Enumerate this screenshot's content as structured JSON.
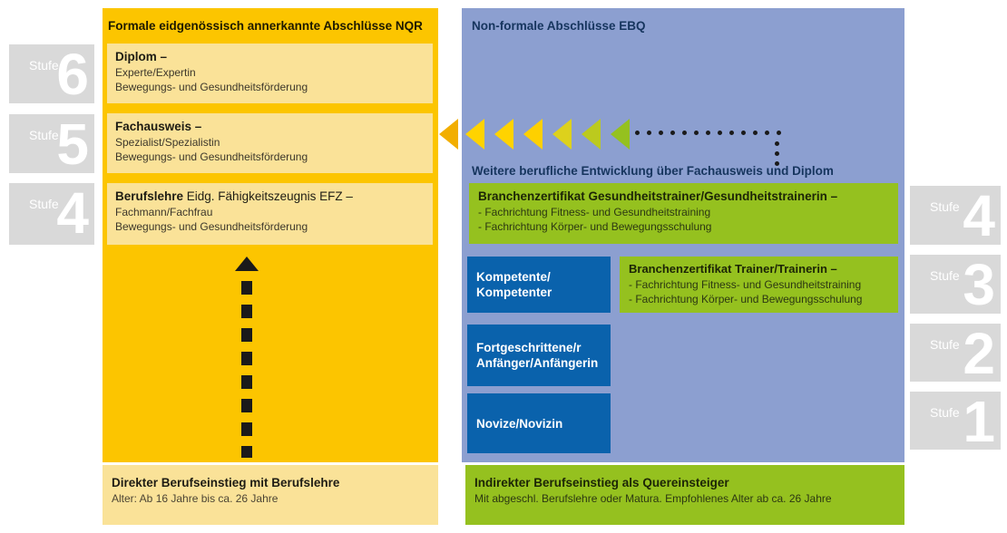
{
  "colors": {
    "formal_panel": "#fcc500",
    "formal_box": "#fae298",
    "nonformal_panel": "#8c9fd0",
    "stage_box": "#0a62ac",
    "cert_box": "#95c11f",
    "level_box": "#d9d9d9",
    "dot": "#1a1a1a",
    "arrow_black": "#1a1a1a",
    "navy_text": "#16355e"
  },
  "levels_left": [
    {
      "label": "Stufe",
      "number": "6"
    },
    {
      "label": "Stufe",
      "number": "5"
    },
    {
      "label": "Stufe",
      "number": "4"
    }
  ],
  "levels_right": [
    {
      "label": "Stufe",
      "number": "4"
    },
    {
      "label": "Stufe",
      "number": "3"
    },
    {
      "label": "Stufe",
      "number": "2"
    },
    {
      "label": "Stufe",
      "number": "1"
    }
  ],
  "formal": {
    "header": "Formale eidgenössisch annerkannte Abschlüsse NQR",
    "boxes": [
      {
        "title_bold": "Diplom –",
        "title_rest": "",
        "lines": [
          "Experte/Expertin",
          "Bewegungs- und Gesundheitsförderung"
        ]
      },
      {
        "title_bold": "Fachausweis –",
        "title_rest": "",
        "lines": [
          "Spezialist/Spezialistin",
          "Bewegungs- und Gesundheitsförderung"
        ]
      },
      {
        "title_bold": "Berufslehre",
        "title_rest": " Eidg. Fähigkeitszeugnis EFZ –",
        "lines": [
          "Fachmann/Fachfrau",
          "Bewegungs- und Gesundheitsförderung"
        ]
      }
    ],
    "entry": {
      "title": "Direkter Berufseinstieg mit Berufslehre",
      "subtitle": "Alter: Ab 16 Jahre bis ca. 26 Jahre"
    }
  },
  "nonformal": {
    "header": "Non-formale Abschlüsse EBQ",
    "note": "Weitere berufliche Entwicklung über Fachausweis und Diplom",
    "certs": [
      {
        "title": "Branchenzertifikat Gesundheitstrainer/Gesundheitstrainerin –",
        "lines": [
          "- Fachrichtung Fitness- und Gesundheitstraining",
          "- Fachrichtung Körper- und Bewegungsschulung"
        ]
      },
      {
        "title": "Branchenzertifikat Trainer/Trainerin –",
        "lines": [
          "- Fachrichtung Fitness- und Gesundheitstraining",
          "- Fachrichtung Körper- und Bewegungsschulung"
        ]
      }
    ],
    "stages": [
      {
        "lines": [
          "Kompetente/",
          "Kompetenter"
        ]
      },
      {
        "lines": [
          "Fortgeschrittene/r",
          "Anfänger/Anfängerin"
        ]
      },
      {
        "lines": [
          "Novize/Novizin"
        ]
      }
    ],
    "entry": {
      "title": "Indirekter Berufseinstieg als Quereinsteiger",
      "subtitle": "Mit abgeschl. Berufslehre oder Matura. Empfohlenes Alter ab ca. 26 Jahre"
    }
  },
  "arrows": {
    "triangle_colors": [
      "#f2ae00",
      "#ffd300",
      "#ffd300",
      "#fed000",
      "#ddd11c",
      "#bcca1e",
      "#95c11f"
    ],
    "dots_horizontal": 13,
    "dots_vertical": 3
  }
}
